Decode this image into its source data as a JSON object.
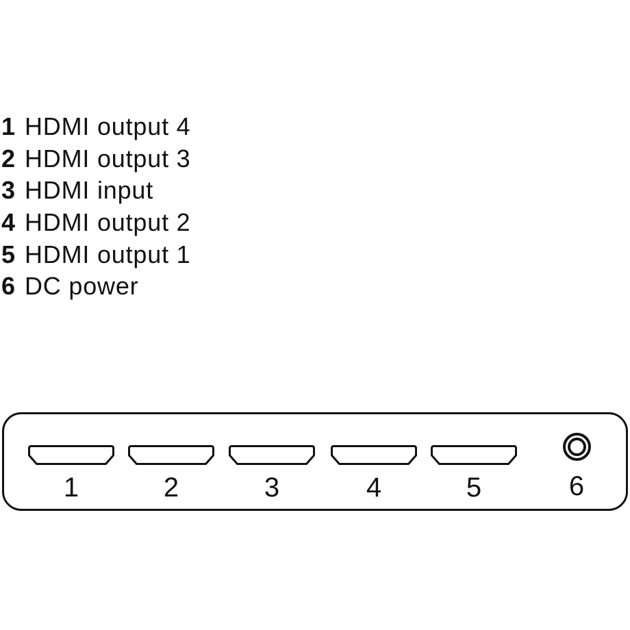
{
  "legend": {
    "items": [
      {
        "number": "1",
        "label": "HDMI output 4"
      },
      {
        "number": "2",
        "label": "HDMI output 3"
      },
      {
        "number": "3",
        "label": "HDMI input"
      },
      {
        "number": "4",
        "label": "HDMI output 2"
      },
      {
        "number": "5",
        "label": "HDMI output 1"
      },
      {
        "number": "6",
        "label": "DC power"
      }
    ]
  },
  "panel": {
    "ports": [
      {
        "number": "1",
        "type": "hdmi-port"
      },
      {
        "number": "2",
        "type": "hdmi-port"
      },
      {
        "number": "3",
        "type": "hdmi-port"
      },
      {
        "number": "4",
        "type": "hdmi-port"
      },
      {
        "number": "5",
        "type": "hdmi-port"
      },
      {
        "number": "6",
        "type": "dc-power-jack"
      }
    ]
  },
  "colors": {
    "line": "#121212",
    "background": "#ffffff"
  }
}
